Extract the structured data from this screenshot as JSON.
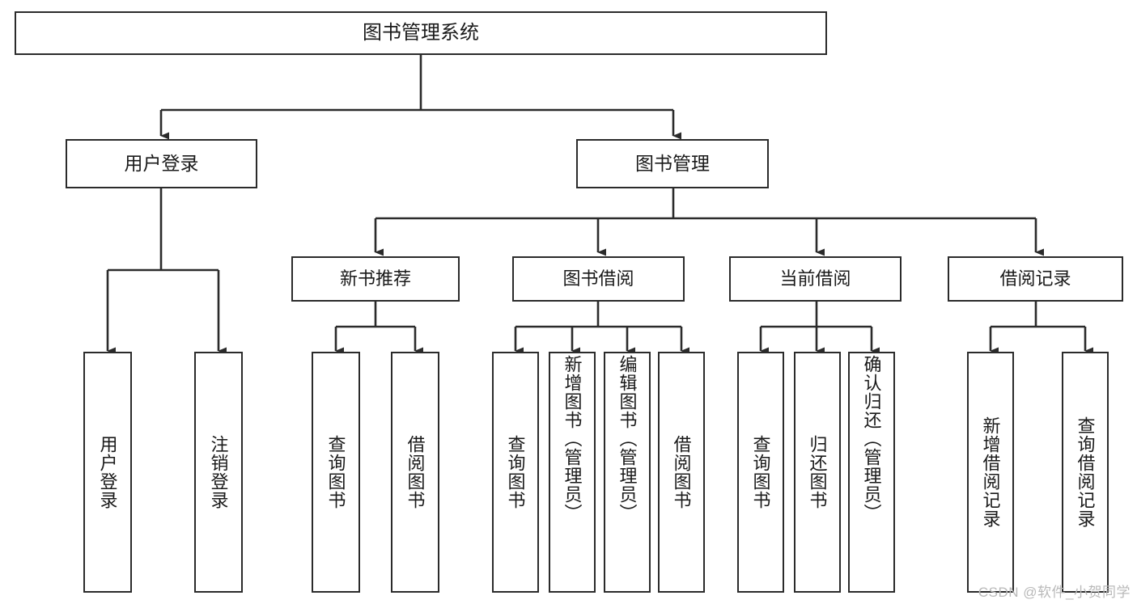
{
  "diagram": {
    "title": "图书管理系统",
    "type": "tree-hierarchy-chart",
    "watermark": "CSDN @软件_小贺同学",
    "colors": {
      "stroke": "#2b2b2b",
      "fill": "#ffffff",
      "text": "#1a1a1a",
      "watermark": "#b9b9b9"
    },
    "nodes": {
      "root": {
        "label": "图书管理系统"
      },
      "level1": [
        {
          "id": "user-login",
          "label": "用户登录"
        },
        {
          "id": "book-manage",
          "label": "图书管理"
        }
      ],
      "level2": [
        {
          "id": "new-book-recommend",
          "label": "新书推荐"
        },
        {
          "id": "book-borrow",
          "label": "图书借阅"
        },
        {
          "id": "current-borrow",
          "label": "当前借阅"
        },
        {
          "id": "borrow-record",
          "label": "借阅记录"
        }
      ],
      "leaves": [
        {
          "id": "leaf-user-login",
          "label": "用户登录",
          "parent": "user-login"
        },
        {
          "id": "leaf-logout-login",
          "label": "注销登录",
          "parent": "user-login"
        },
        {
          "id": "leaf-query-book-1",
          "label": "查询图书",
          "parent": "new-book-recommend"
        },
        {
          "id": "leaf-borrow-book-1",
          "label": "借阅图书",
          "parent": "new-book-recommend"
        },
        {
          "id": "leaf-query-book-2",
          "label": "查询图书",
          "parent": "book-borrow"
        },
        {
          "id": "leaf-add-book",
          "label": "新增图书（管理员）",
          "parent": "book-borrow"
        },
        {
          "id": "leaf-edit-book",
          "label": "编辑图书（管理员）",
          "parent": "book-borrow"
        },
        {
          "id": "leaf-borrow-book-2",
          "label": "借阅图书",
          "parent": "book-borrow"
        },
        {
          "id": "leaf-query-book-3",
          "label": "查询图书",
          "parent": "current-borrow"
        },
        {
          "id": "leaf-return-book",
          "label": "归还图书",
          "parent": "current-borrow"
        },
        {
          "id": "leaf-confirm-return",
          "label": "确认归还（管理员）",
          "parent": "current-borrow"
        },
        {
          "id": "leaf-add-record",
          "label": "新增借阅记录",
          "parent": "borrow-record"
        },
        {
          "id": "leaf-query-record",
          "label": "查询借阅记录",
          "parent": "borrow-record"
        }
      ]
    }
  }
}
